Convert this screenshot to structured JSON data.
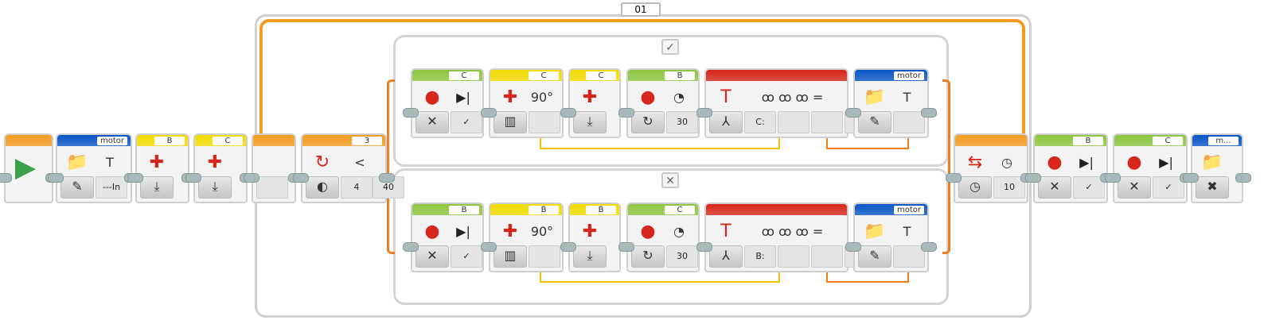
{
  "colors": {
    "orange": "#f39c1f",
    "blue": "#0a56c8",
    "yellow": "#f2dc00",
    "green": "#8dc63f",
    "red": "#d7261b",
    "wire_yellow": "#f2c200",
    "wire_orange": "#ef7d22"
  },
  "loop": {
    "label": "01"
  },
  "switch": {
    "case_true_icon": "✓",
    "case_false_icon": "✕"
  },
  "main_blocks": [
    {
      "name": "start-block",
      "color": "orange",
      "port": "",
      "icon": "▶",
      "icon_name": "play-icon",
      "mode": "",
      "params": []
    },
    {
      "name": "file-access-block",
      "color": "blue",
      "port": "motor",
      "icon": "📁",
      "icon_name": "folder-icon",
      "icon2": "T",
      "mode": "✎",
      "params": [
        "---In"
      ]
    },
    {
      "name": "motor-rotation-block-b",
      "color": "yellow",
      "port": "B",
      "icon": "✚",
      "icon_name": "motor-rotation-icon",
      "mode": "⤓",
      "params": []
    },
    {
      "name": "motor-rotation-block-c",
      "color": "yellow",
      "port": "C",
      "icon": "✚",
      "icon_name": "motor-rotation-icon",
      "mode": "⤓",
      "params": []
    },
    {
      "name": "loop-start-block",
      "color": "orange",
      "port": "",
      "icon": "",
      "icon_name": "loop-icon",
      "mode": "",
      "params": [
        ""
      ]
    },
    {
      "name": "switch-block",
      "color": "orange",
      "port": "3",
      "icon": "↻",
      "icon_name": "infrared-sensor-icon",
      "icon2": "<",
      "mode": "◐",
      "params": [
        "4",
        "40"
      ]
    },
    {
      "name": "loop-end-block",
      "color": "orange",
      "port": "",
      "icon": "⇆",
      "icon_name": "loop-interrupt-icon",
      "icon2": "◷",
      "mode": "◷",
      "params": [
        "10"
      ]
    },
    {
      "name": "large-motor-stop-b",
      "color": "green",
      "port": "B",
      "icon": "●",
      "icon_name": "large-motor-icon",
      "icon2": "▶|",
      "mode": "✕",
      "params": [
        "✓"
      ]
    },
    {
      "name": "large-motor-stop-c",
      "color": "green",
      "port": "C",
      "icon": "●",
      "icon_name": "large-motor-icon",
      "icon2": "▶|",
      "mode": "✕",
      "params": [
        "✓"
      ]
    },
    {
      "name": "file-close-block",
      "color": "blue",
      "port": "m...",
      "icon": "📁",
      "icon_name": "folder-icon",
      "mode": "✖",
      "params": []
    }
  ],
  "true_case_blocks": [
    {
      "name": "large-motor-stop",
      "color": "green",
      "port": "C",
      "icon": "●",
      "icon_name": "large-motor-icon",
      "icon2": "▶|",
      "mode": "✕",
      "params": [
        "✓"
      ]
    },
    {
      "name": "motor-rotation-measure",
      "color": "yellow",
      "port": "C",
      "icon": "✚",
      "icon_name": "motor-rotation-icon",
      "icon2": "90°",
      "mode": "▥",
      "params": [
        ""
      ]
    },
    {
      "name": "motor-rotation-reset",
      "color": "yellow",
      "port": "C",
      "icon": "✚",
      "icon_name": "motor-rotation-icon",
      "mode": "⤓",
      "params": []
    },
    {
      "name": "large-motor-on",
      "color": "green",
      "port": "B",
      "icon": "●",
      "icon_name": "large-motor-icon",
      "icon2": "◔",
      "mode": "↻",
      "params": [
        "30"
      ]
    },
    {
      "name": "text-block",
      "color": "red",
      "port": "",
      "icon": "T",
      "icon_name": "text-icon",
      "icon2": "ꝏ ꝏ ꝏ =",
      "mode": "⅄",
      "params": [
        "C:",
        "",
        "",
        ""
      ]
    },
    {
      "name": "file-write-block",
      "color": "blue",
      "port": "motor",
      "icon": "📁",
      "icon_name": "folder-icon",
      "icon2": "T",
      "mode": "✎",
      "params": [
        ""
      ]
    }
  ],
  "false_case_blocks": [
    {
      "name": "large-motor-stop",
      "color": "green",
      "port": "B",
      "icon": "●",
      "icon_name": "large-motor-icon",
      "icon2": "▶|",
      "mode": "✕",
      "params": [
        "✓"
      ]
    },
    {
      "name": "motor-rotation-measure",
      "color": "yellow",
      "port": "B",
      "icon": "✚",
      "icon_name": "motor-rotation-icon",
      "icon2": "90°",
      "mode": "▥",
      "params": [
        ""
      ]
    },
    {
      "name": "motor-rotation-reset",
      "color": "yellow",
      "port": "B",
      "icon": "✚",
      "icon_name": "motor-rotation-icon",
      "mode": "⤓",
      "params": []
    },
    {
      "name": "large-motor-on",
      "color": "green",
      "port": "C",
      "icon": "●",
      "icon_name": "large-motor-icon",
      "icon2": "◔",
      "mode": "↻",
      "params": [
        "30"
      ]
    },
    {
      "name": "text-block",
      "color": "red",
      "port": "",
      "icon": "T",
      "icon_name": "text-icon",
      "icon2": "ꝏ ꝏ ꝏ =",
      "mode": "⅄",
      "params": [
        "B:",
        "",
        "",
        ""
      ]
    },
    {
      "name": "file-write-block",
      "color": "blue",
      "port": "motor",
      "icon": "📁",
      "icon_name": "folder-icon",
      "icon2": "T",
      "mode": "✎",
      "params": [
        ""
      ]
    }
  ]
}
